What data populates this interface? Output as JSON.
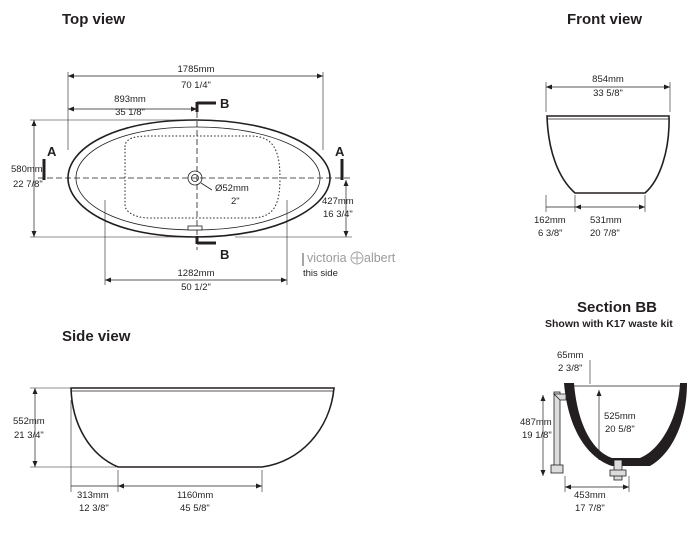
{
  "views": {
    "top": {
      "heading": "Top view",
      "overall_length": {
        "mm": "1785mm",
        "in": "70 1/4\""
      },
      "b_offset": {
        "mm": "893mm",
        "in": "35 1/8\""
      },
      "overall_width": {
        "mm": "580mm",
        "in": "22 7/8\""
      },
      "waste_diameter": {
        "mm": "Ø52mm",
        "in": "2\""
      },
      "inner_width": {
        "mm": "427mm",
        "in": "16 3/4\""
      },
      "base_length": {
        "mm": "1282mm",
        "in": "50 1/2\""
      },
      "section_a": "A",
      "section_b": "B"
    },
    "front": {
      "heading": "Front view",
      "top_width": {
        "mm": "854mm",
        "in": "33 5/8\""
      },
      "left_offset": {
        "mm": "162mm",
        "in": "6  3/8\""
      },
      "base_width": {
        "mm": "531mm",
        "in": "20 7/8\""
      }
    },
    "side": {
      "heading": "Side view",
      "height": {
        "mm": "552mm",
        "in": "21 3/4\""
      },
      "left_offset": {
        "mm": "313mm",
        "in": "12 3/8\""
      },
      "base_length": {
        "mm": "1160mm",
        "in": "45 5/8\""
      }
    },
    "section": {
      "heading": "Section BB",
      "subheading": "Shown with K17 waste kit",
      "rim_offset": {
        "mm": "65mm",
        "in": "2 3/8\""
      },
      "overflow_height": {
        "mm": "487mm",
        "in": "19 1/8\""
      },
      "inner_depth": {
        "mm": "525mm",
        "in": "20 5/8\""
      },
      "base_width": {
        "mm": "453mm",
        "in": "17 7/8\""
      }
    }
  },
  "brand": {
    "left": "victoria",
    "right": "albert",
    "note": "this side",
    "color": "#9a9a9a"
  },
  "colors": {
    "ink": "#231f20"
  }
}
